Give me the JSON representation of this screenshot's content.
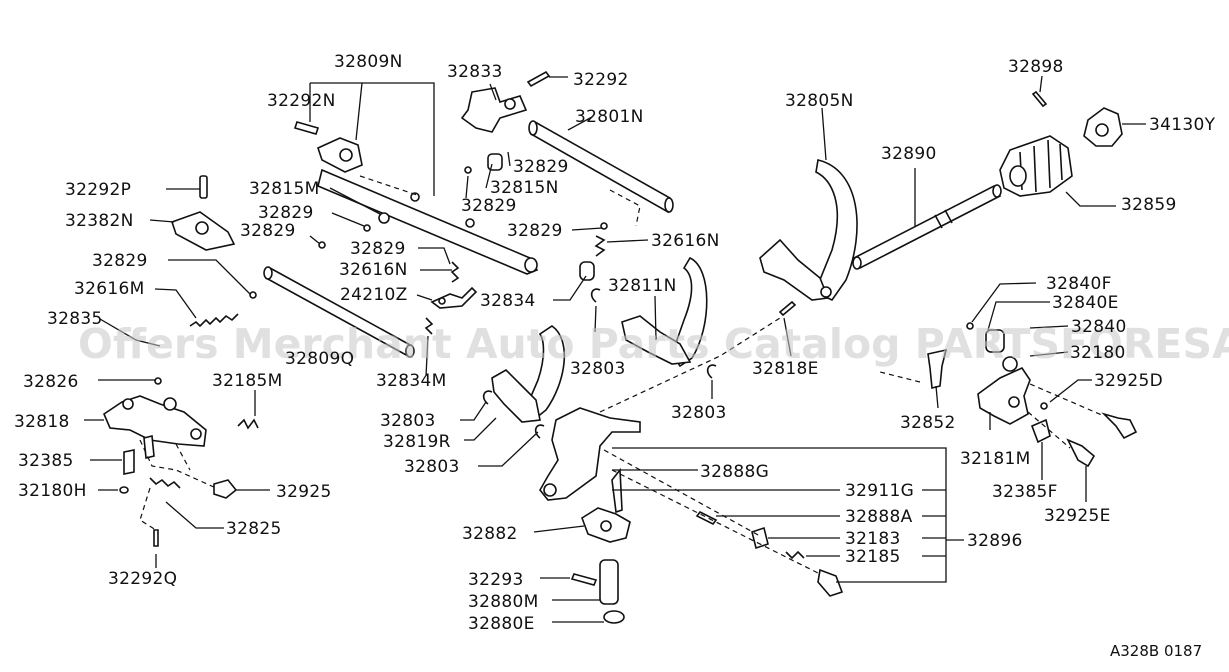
{
  "watermark": "Offers Merchant Auto Parts Catalog PARTSFORESA",
  "diagram_code": "A328B 0187",
  "labels": {
    "p32809N": "32809N",
    "p32833": "32833",
    "p32292_top": "32292",
    "p32292N": "32292N",
    "p32801N": "32801N",
    "p32805N": "32805N",
    "p32898": "32898",
    "p34130Y": "34130Y",
    "p32890": "32890",
    "p32859": "32859",
    "p32829_a": "32829",
    "p32815N": "32815N",
    "p32829_b": "32829",
    "p32292P": "32292P",
    "p32815M": "32815M",
    "p32829_c": "32829",
    "p32382N": "32382N",
    "p32829_d": "32829",
    "p32829_e": "32829",
    "p32616N_right": "32616N",
    "p32829_f": "32829",
    "p32616N_left": "32616N",
    "p32829_g": "32829",
    "p32616M": "32616M",
    "p24210Z": "24210Z",
    "p32834": "32834",
    "p32811N": "32811N",
    "p32840F": "32840F",
    "p32840E": "32840E",
    "p32835": "32835",
    "p32809Q": "32809Q",
    "p32840": "32840",
    "p32180": "32180",
    "p32803_a": "32803",
    "p32818E": "32818E",
    "p32826": "32826",
    "p32185M": "32185M",
    "p32834M": "32834M",
    "p32925D": "32925D",
    "p32818": "32818",
    "p32803_b": "32803",
    "p32803_c": "32803",
    "p32852": "32852",
    "p32819R": "32819R",
    "p32181M": "32181M",
    "p32385": "32385",
    "p32803_d": "32803",
    "p32888G": "32888G",
    "p32180H": "32180H",
    "p32925": "32925",
    "p32911G": "32911G",
    "p32385F": "32385F",
    "p32888A": "32888A",
    "p32925E": "32925E",
    "p32825": "32825",
    "p32882": "32882",
    "p32183": "32183",
    "p32896": "32896",
    "p32185": "32185",
    "p32292Q": "32292Q",
    "p32293": "32293",
    "p32880M": "32880M",
    "p32880E": "32880E"
  }
}
